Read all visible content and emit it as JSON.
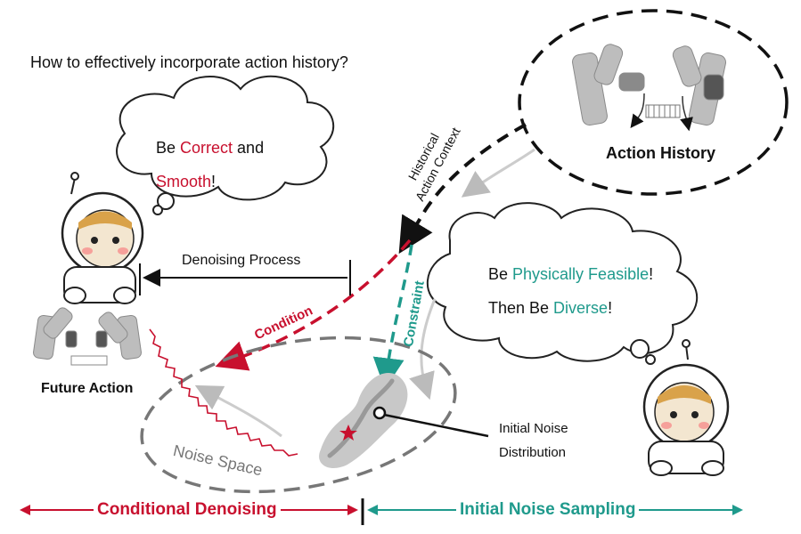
{
  "question": "How to effectively incorporate action history?",
  "bubble_left": {
    "line1_pre": "Be ",
    "line1_hl": "Correct",
    "line1_post": " and",
    "line2_hl": "Smooth",
    "line2_post": "!"
  },
  "bubble_right": {
    "line1_pre": "Be ",
    "line1_hl": "Physically Feasible",
    "line1_post": "!",
    "line2_pre": "Then Be ",
    "line2_hl": "Diverse",
    "line2_post": "!"
  },
  "action_history_label": "Action History",
  "historical_context": {
    "line1": "Historical",
    "line2": "Action Context"
  },
  "denoising_process": "Denoising Process",
  "condition_label": "Condition",
  "constraint_label": "Constraint",
  "future_action_label": "Future Action",
  "initial_noise": {
    "line1": "Initial Noise",
    "line2": "Distribution"
  },
  "noise_space_label": "Noise Space",
  "bottom": {
    "left_label": "Conditional Denoising",
    "right_label": "Initial Noise Sampling"
  },
  "colors": {
    "red": "#c8102e",
    "teal": "#1f9a8c",
    "gray": "#888888"
  }
}
